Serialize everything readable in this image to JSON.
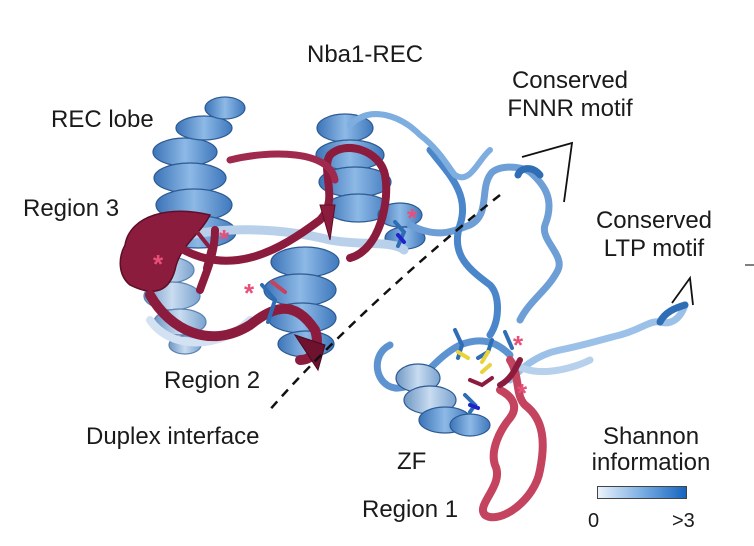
{
  "labels": {
    "nba1_rec": "Nba1-REC",
    "rec_lobe": "REC lobe",
    "region3": "Region 3",
    "region2": "Region 2",
    "region1": "Region 1",
    "duplex_interface": "Duplex interface",
    "zf": "ZF",
    "fnnr_line1": "Conserved",
    "fnnr_line2": "FNNR motif",
    "ltp_line1": "Conserved",
    "ltp_line2": "LTP motif",
    "shannon_line1": "Shannon",
    "shannon_line2": "information"
  },
  "scale": {
    "min_label": "0",
    "max_label": ">3"
  },
  "colors": {
    "conservation_low": "#eaf2fb",
    "conservation_mid": "#7aaee3",
    "conservation_high": "#1565c0",
    "region_color": "#8c1c3e",
    "region1_color": "#c4435e",
    "asterisk": "#e8507a",
    "sulfur": "#e8d33a",
    "nitrogen": "#2222cc"
  },
  "markers": {
    "asterisk": "*"
  }
}
